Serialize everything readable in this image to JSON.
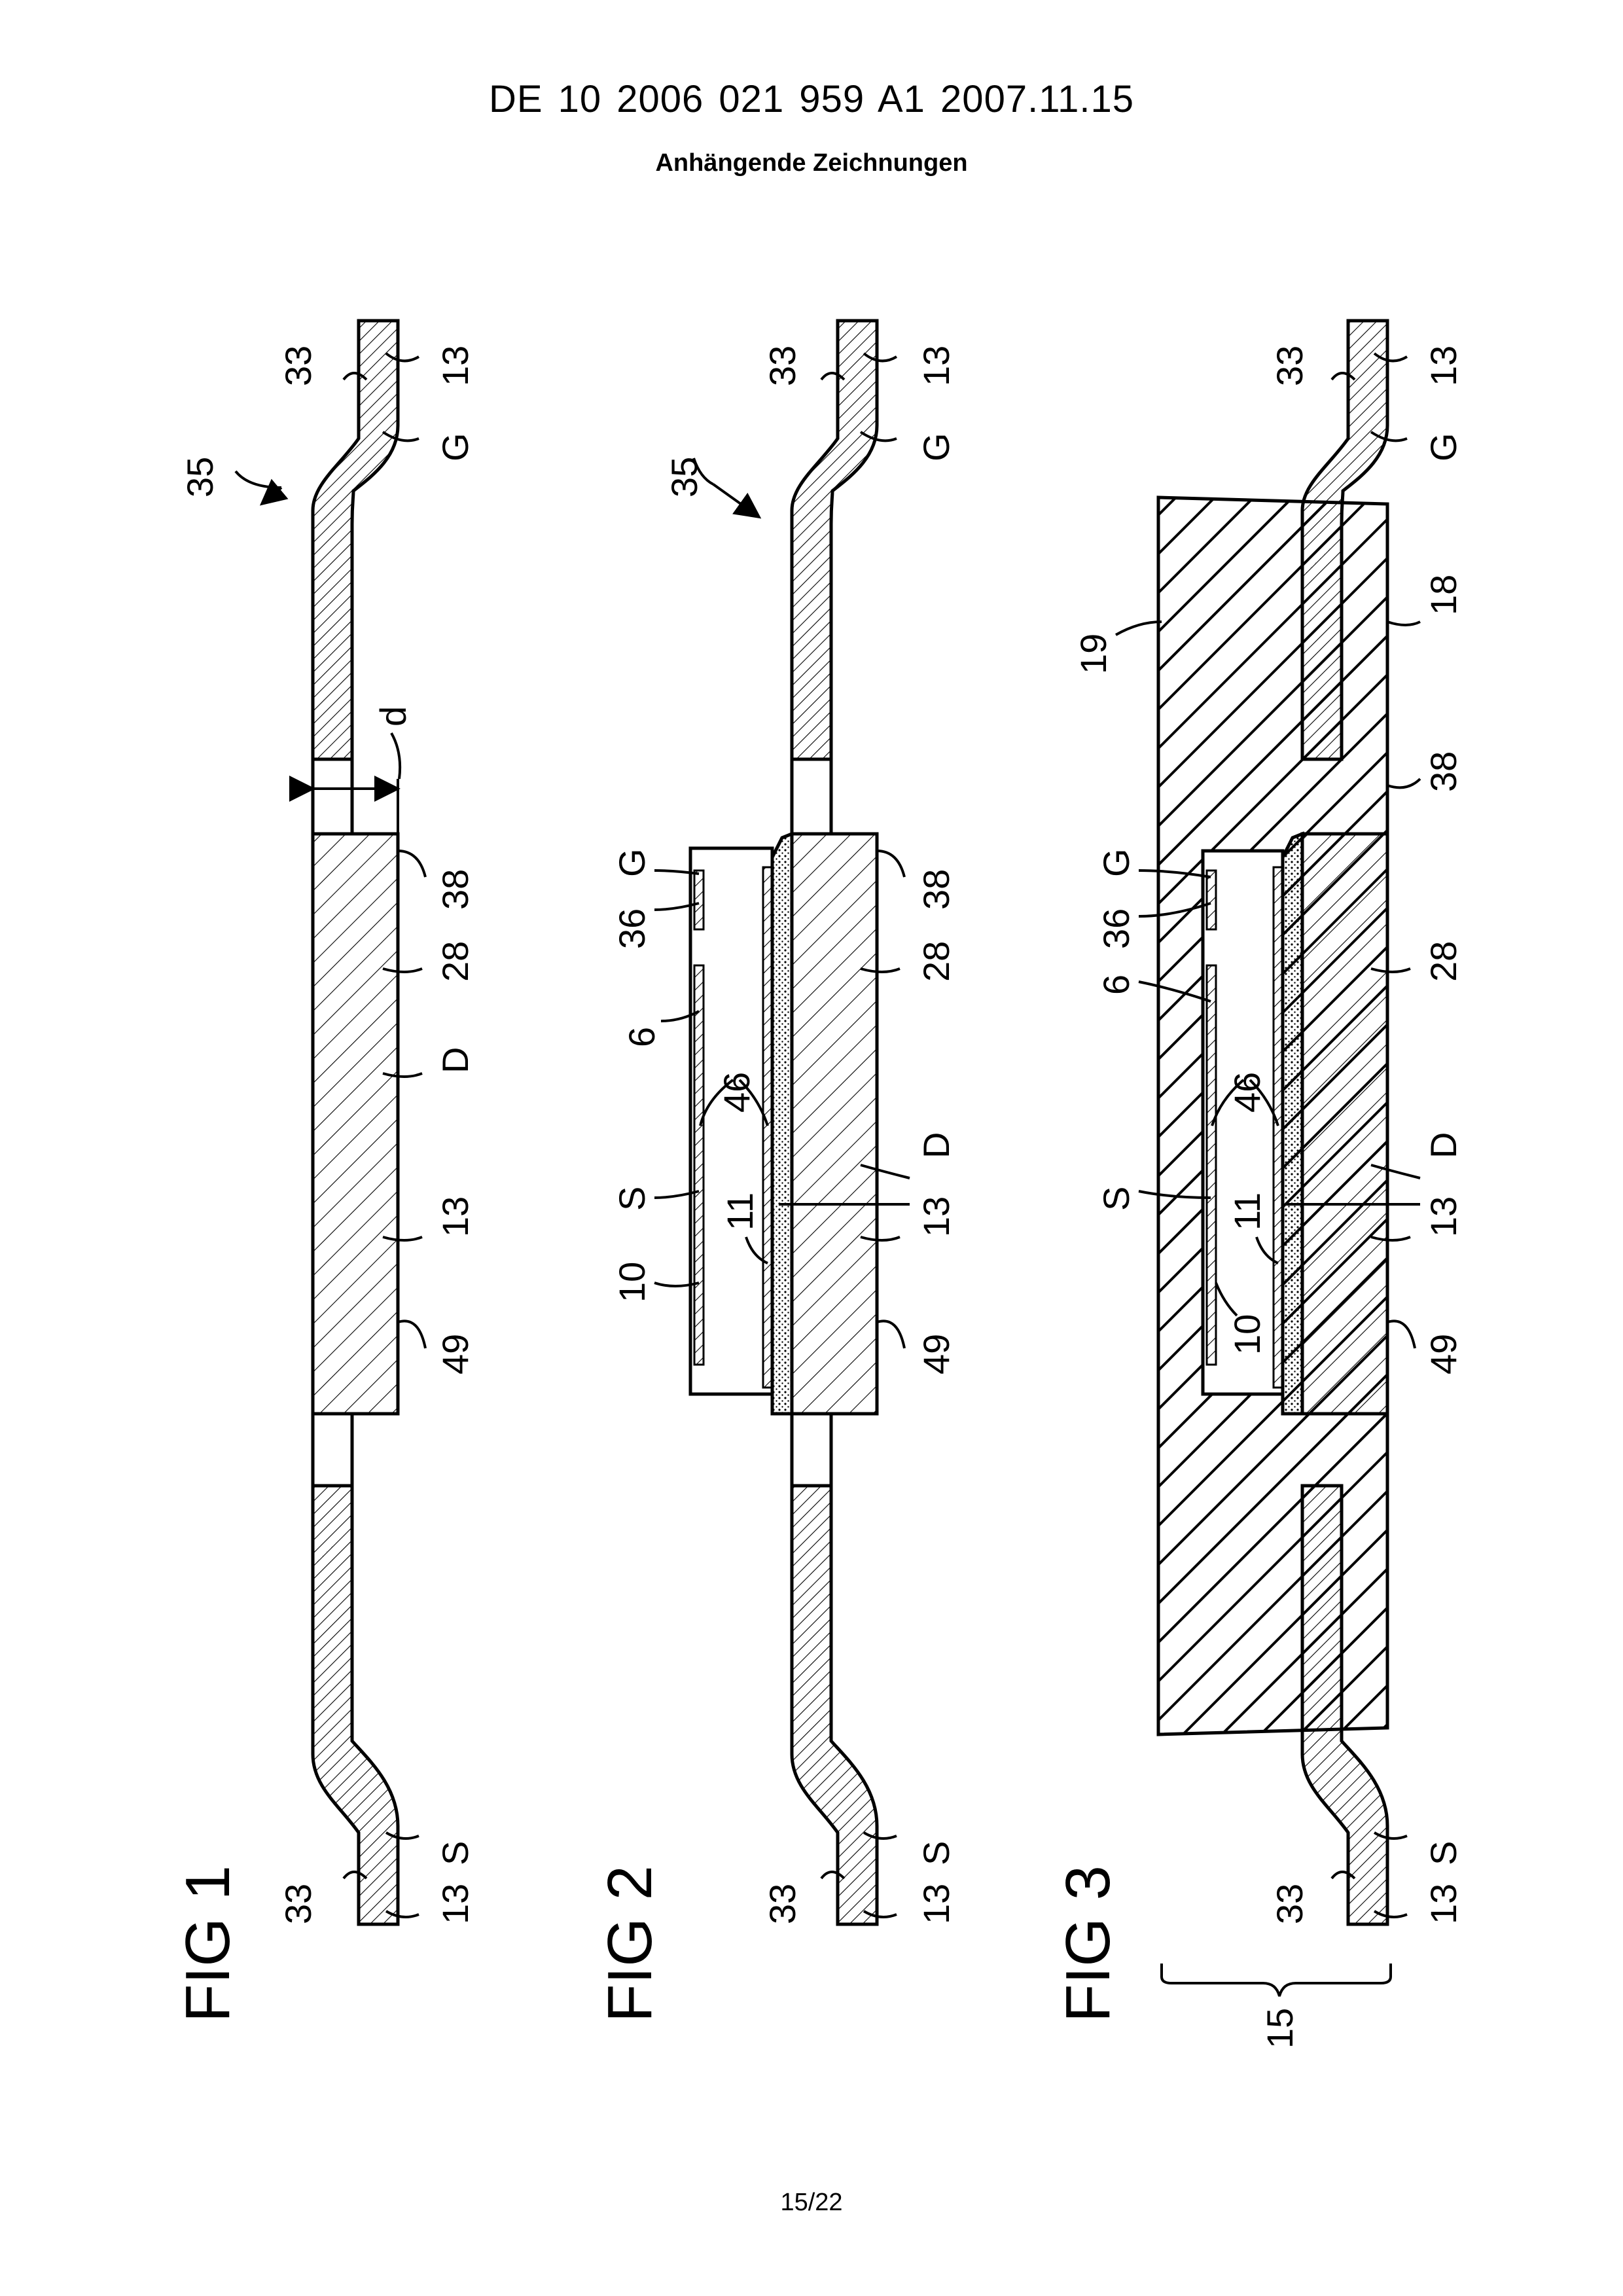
{
  "header": {
    "title": "DE 10 2006 021 959 A1    2007.11.15",
    "subtitle": "Anhängende Zeichnungen"
  },
  "footer": {
    "page": "15/22"
  },
  "figures": [
    {
      "name": "FIG 1",
      "labels": {
        "top_a": "33",
        "top_b": "13",
        "top_c": "G",
        "arrow": "35",
        "gap": "d",
        "die_a": "38",
        "die_b": "28",
        "die_c": "D",
        "die_d": "13",
        "die_e": "49",
        "bot_a": "33",
        "bot_b": "S",
        "bot_c": "13"
      }
    },
    {
      "name": "FIG 2",
      "labels": {
        "top_a": "33",
        "top_b": "13",
        "top_c": "G",
        "arrow": "35",
        "c36": "36",
        "cG": "G",
        "c6": "6",
        "c46": "46",
        "cS": "S",
        "c11": "11",
        "c10": "10",
        "die_a": "38",
        "die_b": "28",
        "die_c": "D",
        "die_d": "13",
        "die_e": "49",
        "bot_a": "33",
        "bot_b": "S",
        "bot_c": "13"
      }
    },
    {
      "name": "FIG 3",
      "labels": {
        "top_a": "33",
        "top_b": "13",
        "top_c": "G",
        "m19": "19",
        "m18": "18",
        "m38": "38",
        "cG": "G",
        "c36": "36",
        "c6": "6",
        "c46": "46",
        "cS": "S",
        "c11": "11",
        "c10": "10",
        "die_b": "28",
        "die_c": "D",
        "die_d": "13",
        "die_e": "49",
        "bot_a": "33",
        "bot_b": "S",
        "bot_c": "13",
        "brace": "15"
      }
    }
  ]
}
